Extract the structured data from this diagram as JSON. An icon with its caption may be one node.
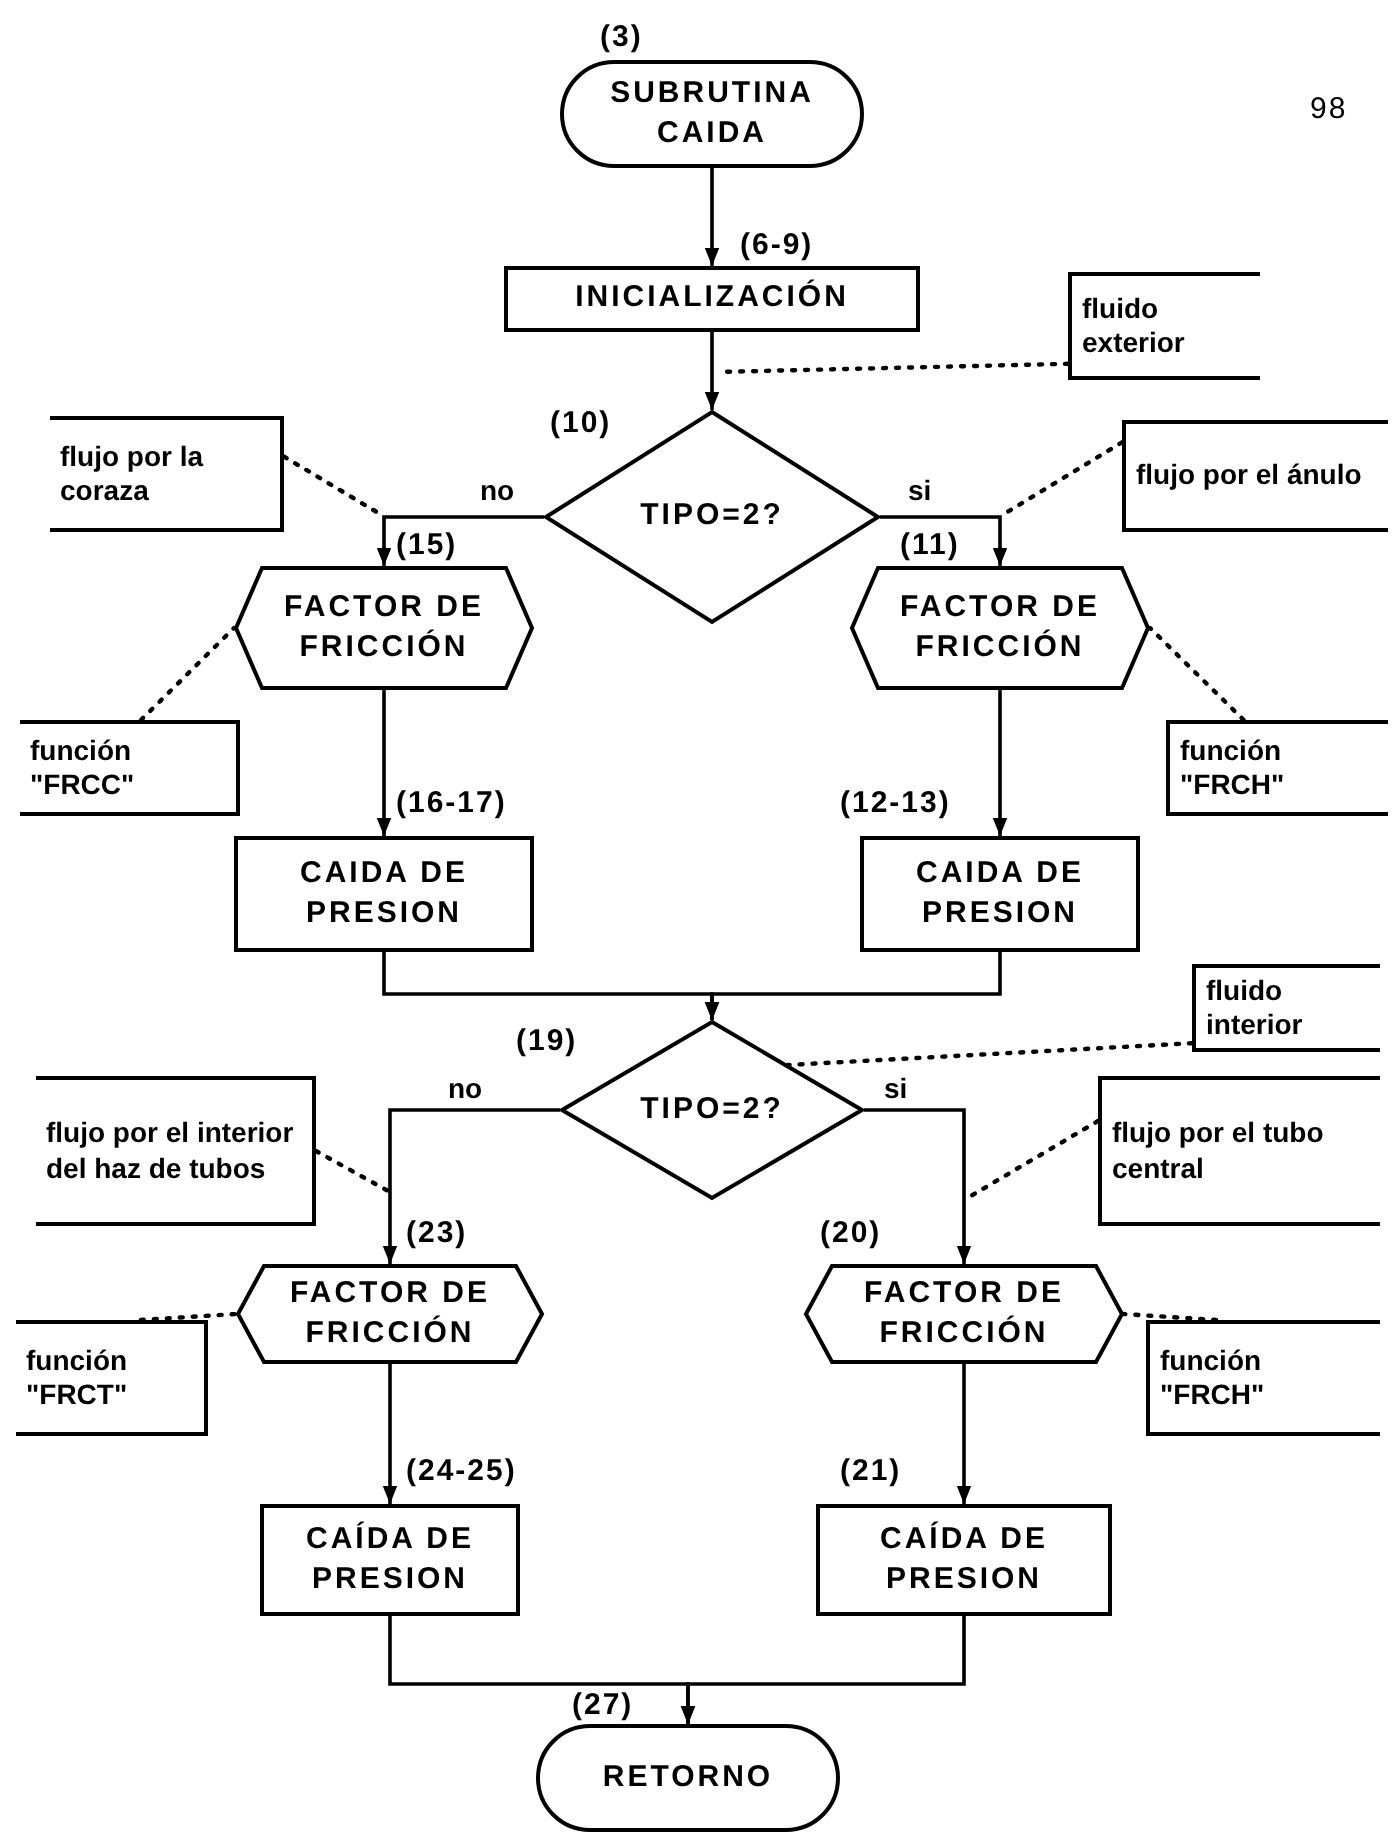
{
  "diagram": {
    "nodes": [
      {
        "text": [
          "SUBRUTINA CAIDA"
        ],
        "beside": [
          "(3)"
        ]
      },
      {
        "text": [
          "INICIALIZACIÓN"
        ],
        "beside": [
          "(6-9)"
        ]
      },
      {
        "text": [
          "TIPO=2?"
        ],
        "beside": [
          "(10)"
        ]
      },
      {
        "text": [
          "FACTOR DE FRICCIÓN"
        ],
        "beside": [
          "(15)"
        ]
      },
      {
        "text": [
          "FACTOR DE FRICCIÓN"
        ],
        "beside": [
          "(11)"
        ]
      },
      {
        "text": [
          "CAIDA DE PRESION"
        ],
        "beside": [
          "(16-17)"
        ]
      },
      {
        "text": [
          "CAIDA DE PRESION"
        ],
        "beside": [
          "(12-13)"
        ]
      },
      {
        "text": [
          "TIPO=2?"
        ],
        "beside": [
          "(19)"
        ]
      },
      {
        "text": [
          "FACTOR DE FRICCIÓN"
        ],
        "beside": [
          "(23)"
        ]
      },
      {
        "text": [
          "FACTOR DE FRICCIÓN"
        ],
        "beside": [
          "(20)"
        ]
      },
      {
        "text": [
          "CAÍDA DE PRESION"
        ],
        "beside": [
          "(24-25)"
        ]
      },
      {
        "text": [
          "CAÍDA DE PRESION"
        ],
        "beside": [
          "(21)"
        ]
      },
      {
        "text": [
          "RETORNO"
        ],
        "beside": [
          "(27)"
        ]
      },
      {
        "text": [
          "fluido exterior"
        ]
      },
      {
        "text": [
          "flujo por la coraza"
        ]
      },
      {
        "text": [
          "flujo por el ánulo"
        ]
      },
      {
        "text": [
          "función \"FRCC\""
        ]
      },
      {
        "text": [
          "función \"FRCH\""
        ]
      },
      {
        "text": [
          "fluido interior"
        ]
      },
      {
        "text": [
          "flujo por el interior del haz de tubos"
        ]
      },
      {
        "text": [
          "flujo por el tubo central"
        ]
      },
      {
        "text": [
          "función \"FRCT\""
        ]
      },
      {
        "text": [
          "función \"FRCH\""
        ]
      }
    ],
    "edges": [
      {
        "from": 0,
        "to": 1,
        "arrow": "to"
      },
      {
        "from": 1,
        "to": 2,
        "arrow": "to"
      },
      {
        "from": 2,
        "to": 3,
        "arrow": "to",
        "label": "no"
      },
      {
        "from": 2,
        "to": 4,
        "arrow": "to",
        "label": "si"
      },
      {
        "from": 3,
        "to": 5,
        "arrow": "to"
      },
      {
        "from": 4,
        "to": 6,
        "arrow": "to"
      },
      {
        "from": 5,
        "to": 7,
        "arrow": "to"
      },
      {
        "from": 6,
        "to": 7,
        "arrow": "to"
      },
      {
        "from": 7,
        "to": 8,
        "arrow": "to",
        "label": "no"
      },
      {
        "from": 7,
        "to": 9,
        "arrow": "to",
        "label": "si"
      },
      {
        "from": 8,
        "to": 10,
        "arrow": "to"
      },
      {
        "from": 9,
        "to": 11,
        "arrow": "to"
      },
      {
        "from": 10,
        "to": 12,
        "arrow": "to"
      },
      {
        "from": 11,
        "to": 12,
        "arrow": "to"
      },
      {
        "from": 13,
        "to": null,
        "arrow": "none",
        "style": "dashed"
      },
      {
        "from": 14,
        "to": null,
        "arrow": "none",
        "style": "dashed"
      },
      {
        "from": 15,
        "to": null,
        "arrow": "none",
        "style": "dashed"
      },
      {
        "from": 16,
        "to": 3,
        "arrow": "none",
        "style": "dashed"
      },
      {
        "from": 17,
        "to": 4,
        "arrow": "none",
        "style": "dashed"
      },
      {
        "from": 18,
        "to": 7,
        "arrow": "none",
        "style": "dashed"
      },
      {
        "from": 19,
        "to": null,
        "arrow": "none",
        "style": "dashed"
      },
      {
        "from": 20,
        "to": null,
        "arrow": "none",
        "style": "dashed"
      },
      {
        "from": 21,
        "to": 8,
        "arrow": "none",
        "style": "dashed"
      },
      {
        "from": 22,
        "to": 9,
        "arrow": "none",
        "style": "dashed"
      }
    ],
    "labels": [
      "98"
    ]
  }
}
